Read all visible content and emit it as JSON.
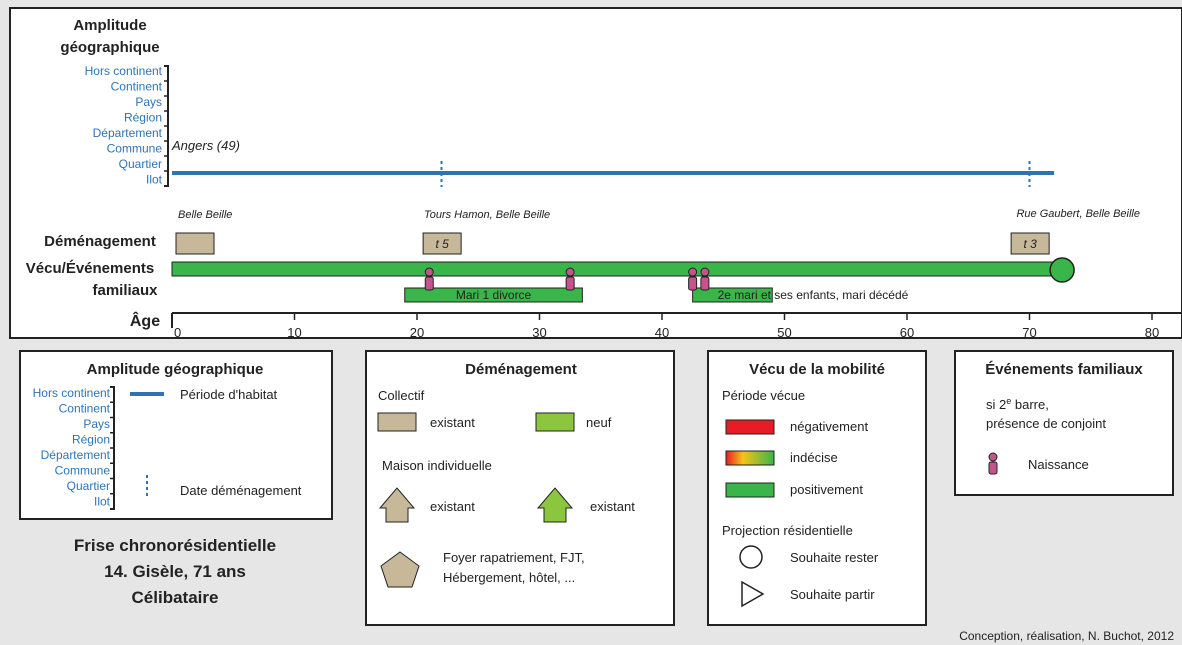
{
  "timeline": {
    "amplitude_title_1": "Amplitude",
    "amplitude_title_2": "géographique",
    "levels": [
      "Hors continent",
      "Continent",
      "Pays",
      "Région",
      "Département",
      "Commune",
      "Quartier",
      "Ilot"
    ],
    "place_label": "Angers (49)",
    "moves": [
      {
        "place": "Belle Beille",
        "box_label": ""
      },
      {
        "place": "Tours Hamon, Belle Beille",
        "box_label": "t 5"
      },
      {
        "place": "Rue Gaubert, Belle Beille",
        "box_label": "t 3"
      }
    ],
    "demenagement_label": "Déménagement",
    "vecu_label_1": "Vécu/Événements",
    "vecu_label_2": "familiaux",
    "marriage_1": "Mari 1 divorce",
    "marriage_2_part_a": "2e mari et",
    "marriage_2_part_b": "ses enfants, mari décédé",
    "age_label": "Âge",
    "age_ticks": [
      "0",
      "10",
      "20",
      "30",
      "40",
      "50",
      "60",
      "70",
      "80"
    ],
    "habitat_age_range": [
      0,
      72
    ],
    "move_ages": [
      22,
      70
    ],
    "move_box_ages": [
      0,
      20.5,
      68.5
    ],
    "birth_ages": [
      21,
      32.5,
      42.5,
      43.5
    ],
    "marriage_1_range": [
      19,
      33.5
    ],
    "marriage_2_range": [
      42.5,
      49
    ],
    "projection_age": 72.5
  },
  "legend_amplitude": {
    "title": "Amplitude géographique",
    "levels": [
      "Hors continent",
      "Continent",
      "Pays",
      "Région",
      "Département",
      "Commune",
      "Quartier",
      "Ilot"
    ],
    "periode_habitat": "Période d'habitat",
    "date_demenagement": "Date déménagement"
  },
  "legend_demenagement": {
    "title": "Déménagement",
    "collectif": "Collectif",
    "existant_1": "existant",
    "neuf": "neuf",
    "maison": "Maison individuelle",
    "existant_2": "existant",
    "existant_3": "existant",
    "foyer_1": "Foyer rapatriement, FJT,",
    "foyer_2": "Hébergement, hôtel, ..."
  },
  "legend_vecu": {
    "title": "Vécu de la mobilité",
    "periode": "Période vécue",
    "negativement": "négativement",
    "indecise": "indécise",
    "positivement": "positivement",
    "projection": "Projection résidentielle",
    "rester": "Souhaite rester",
    "partir": "Souhaite partir"
  },
  "legend_evenements": {
    "title": "Événements familiaux",
    "line_1": "si 2",
    "line_1_sup": "e",
    "line_1_end": " barre,",
    "line_2": "présence de conjoint",
    "naissance": "Naissance"
  },
  "caption": {
    "line_1": "Frise chronorésidentielle",
    "line_2": "14. Gisèle, 71 ans",
    "line_3": "Célibataire"
  },
  "credit": "Conception, réalisation, N. Buchot, 2012",
  "colors": {
    "blue": "#2e74b5",
    "green": "#3ab54a",
    "box": "#c8b89a",
    "pink": "#c2558a",
    "light_green": "#8cc63f",
    "red": "#e81c24"
  }
}
